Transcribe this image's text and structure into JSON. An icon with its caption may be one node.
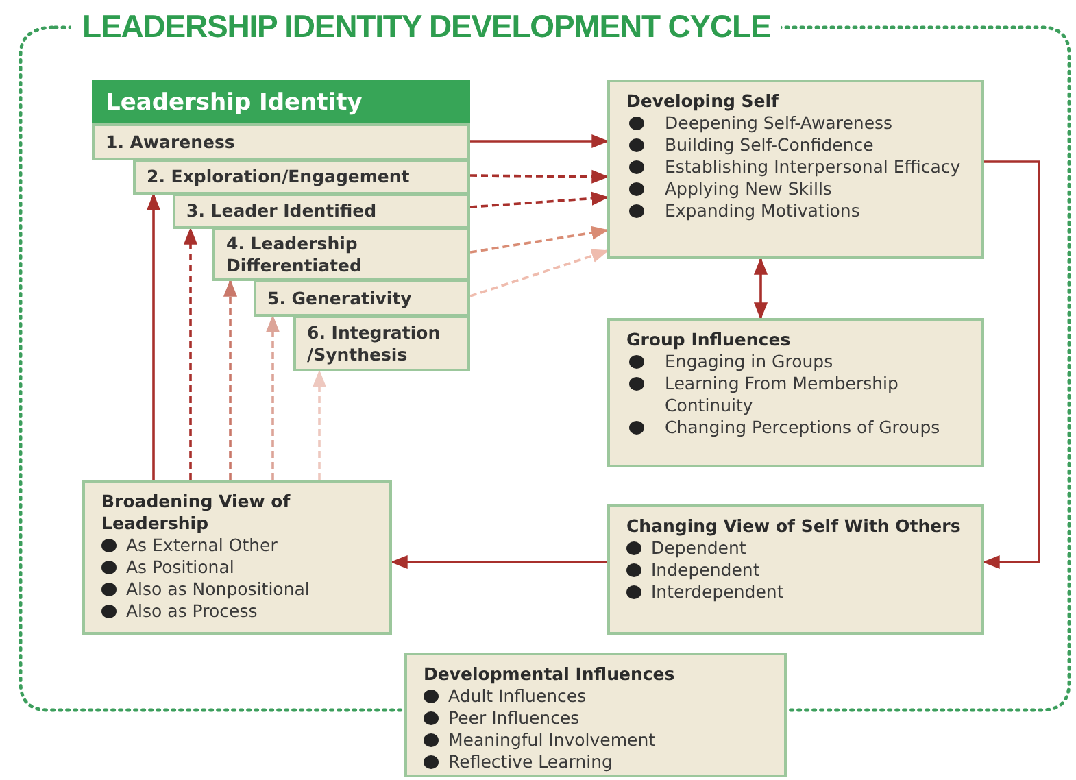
{
  "diagram": {
    "title": "LEADERSHIP IDENTITY DEVELOPMENT CYCLE",
    "nodes": [
      {
        "text": [
          "Leadership Identity"
        ]
      },
      {
        "text": [
          "1. Awareness"
        ]
      },
      {
        "text": [
          "2. Exploration/Engagement"
        ]
      },
      {
        "text": [
          "3. Leader Identified"
        ]
      },
      {
        "text": [
          "4. Leadership Differentiated"
        ]
      },
      {
        "text": [
          "5. Generativity"
        ]
      },
      {
        "text": [
          "6. Integration /Synthesis"
        ]
      },
      {
        "text": [
          "Developing Self",
          "Deepening Self-Awareness",
          "Building Self-Confidence",
          "Establishing Interpersonal Efficacy",
          "Applying New Skills",
          "Expanding Motivations"
        ]
      },
      {
        "text": [
          "Group Influences",
          "Engaging in Groups",
          "Learning From Membership Continuity",
          "Changing Perceptions of Groups"
        ]
      },
      {
        "text": [
          "Changing View of Self With Others",
          "Dependent",
          "Independent",
          "Interdependent"
        ]
      },
      {
        "text": [
          "Broadening View of Leadership",
          "As External Other",
          "As Positional",
          "Also as Nonpositional",
          "Also as Process"
        ]
      },
      {
        "text": [
          "Developmental Influences",
          "Adult Influences",
          "Peer Influences",
          "Meaningful Involvement",
          "Reflective Learning"
        ]
      }
    ],
    "edges": [
      {
        "from": 1,
        "to": 7,
        "arrow": "to"
      },
      {
        "from": 2,
        "to": 7,
        "arrow": "to",
        "style": "dashed"
      },
      {
        "from": 3,
        "to": 7,
        "arrow": "to",
        "style": "dashed"
      },
      {
        "from": 4,
        "to": 7,
        "arrow": "to",
        "style": "dashed",
        "color": "#d98c74"
      },
      {
        "from": 5,
        "to": 7,
        "arrow": "to",
        "style": "dashed",
        "color": "#efbcae"
      },
      {
        "from": 7,
        "to": 8,
        "arrow": "both"
      },
      {
        "from": 7,
        "to": 9,
        "arrow": "to"
      },
      {
        "from": 9,
        "to": 10,
        "arrow": "to"
      },
      {
        "from": 10,
        "to": 2,
        "arrow": "to"
      },
      {
        "from": 10,
        "to": 3,
        "arrow": "to",
        "style": "dashed"
      },
      {
        "from": 10,
        "to": 4,
        "arrow": "to",
        "style": "dashed",
        "color": "#c9786a"
      },
      {
        "from": 10,
        "to": 5,
        "arrow": "to",
        "style": "dashed",
        "color": "#dca498"
      },
      {
        "from": 10,
        "to": 6,
        "arrow": "to",
        "style": "dashed",
        "color": "#eec8bf"
      }
    ]
  }
}
